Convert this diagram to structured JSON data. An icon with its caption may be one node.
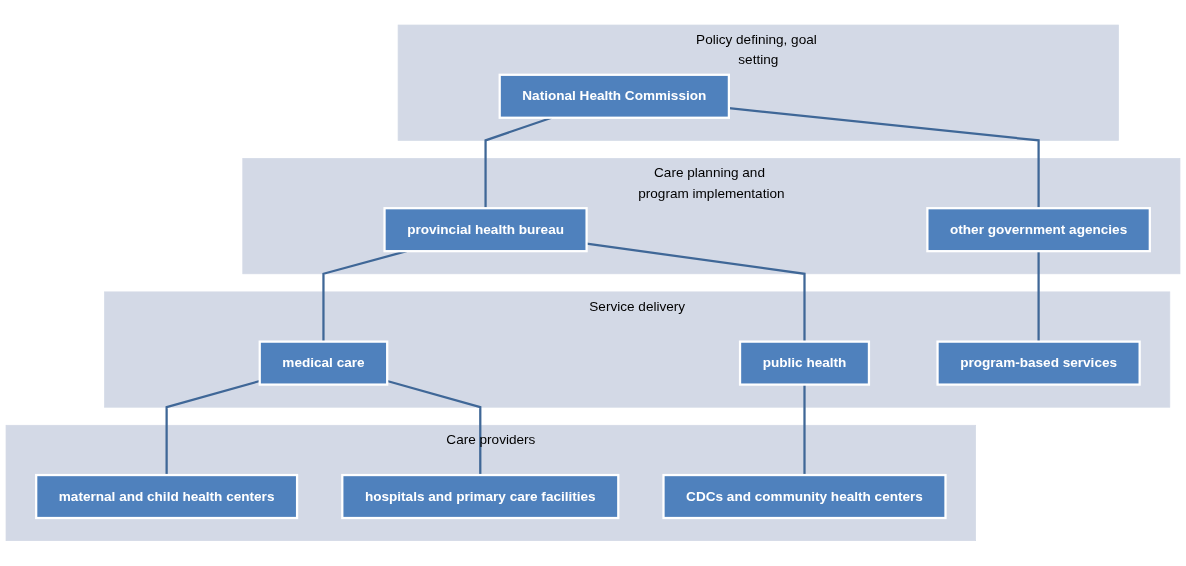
{
  "diagram": {
    "nodes": [
      {
        "text": [
          "Policy defining, goal setting"
        ]
      },
      {
        "text": [
          "National Health Commission"
        ],
        "in": 0
      },
      {
        "text": [
          "Care planning and program implementation"
        ]
      },
      {
        "text": [
          "provincial health bureau"
        ],
        "in": 2
      },
      {
        "text": [
          "other government agencies"
        ],
        "in": 2
      },
      {
        "text": [
          "Service delivery"
        ]
      },
      {
        "text": [
          "medical care"
        ],
        "in": 5
      },
      {
        "text": [
          "public health"
        ],
        "in": 5
      },
      {
        "text": [
          "program-based services"
        ],
        "in": 5
      },
      {
        "text": [
          "Care providers"
        ]
      },
      {
        "text": [
          "maternal and child health centers"
        ],
        "in": 9
      },
      {
        "text": [
          "hospitals and primary care facilities"
        ],
        "in": 9
      },
      {
        "text": [
          "CDCs and community health centers"
        ],
        "in": 9
      }
    ],
    "edges": [
      {
        "from": 1,
        "to": 3,
        "arrow": "none"
      },
      {
        "from": 1,
        "to": 4,
        "arrow": "none"
      },
      {
        "from": 3,
        "to": 6,
        "arrow": "none"
      },
      {
        "from": 3,
        "to": 7,
        "arrow": "none"
      },
      {
        "from": 4,
        "to": 8,
        "arrow": "none"
      },
      {
        "from": 6,
        "to": 10,
        "arrow": "none"
      },
      {
        "from": 6,
        "to": 11,
        "arrow": "none"
      },
      {
        "from": 7,
        "to": 12,
        "arrow": "none"
      }
    ]
  }
}
